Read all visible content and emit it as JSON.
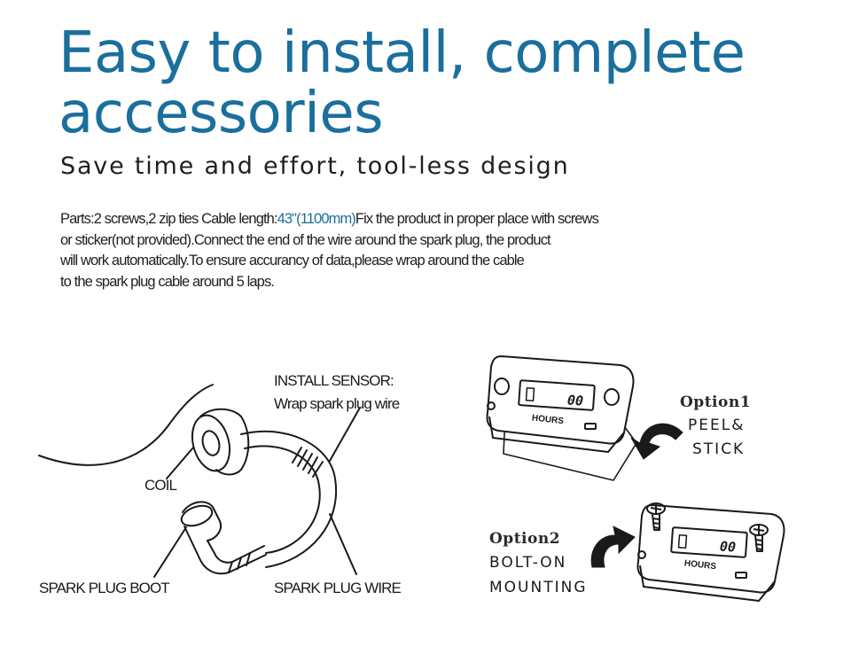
{
  "headline": {
    "line1": "Easy to install, complete",
    "line2": "accessories"
  },
  "subhead": "Save time and effort, tool-less design",
  "body": {
    "line1_before": "Parts:2 screws,2 zip ties Cable length:",
    "line1_highlight": "43\"(1100mm)",
    "line1_after": "Fix the product in proper place with screws",
    "line2": "or sticker(not provided).Connect the end of the wire around the spark plug, the product",
    "line3": "will work automatically.To ensure accurancy of data,please wrap around the cable",
    "line4": "to the spark plug cable around 5 laps."
  },
  "diagram": {
    "install_sensor": "INSTALL SENSOR:",
    "wrap_wire": "Wrap spark plug wire",
    "coil": "COIL",
    "spark_plug_boot": "SPARK PLUG BOOT",
    "spark_plug_wire": "SPARK PLUG WIRE"
  },
  "meter": {
    "display_value": "00",
    "hours_label": "HOURS"
  },
  "option1": {
    "title": "Option1",
    "line1": "PEEL&",
    "line2": "STICK"
  },
  "option2": {
    "title": "Option2",
    "line1": "BOLT-ON",
    "line2": "MOUNTING"
  },
  "colors": {
    "accent": "#1a6f9c",
    "text": "#1f1f1f"
  }
}
